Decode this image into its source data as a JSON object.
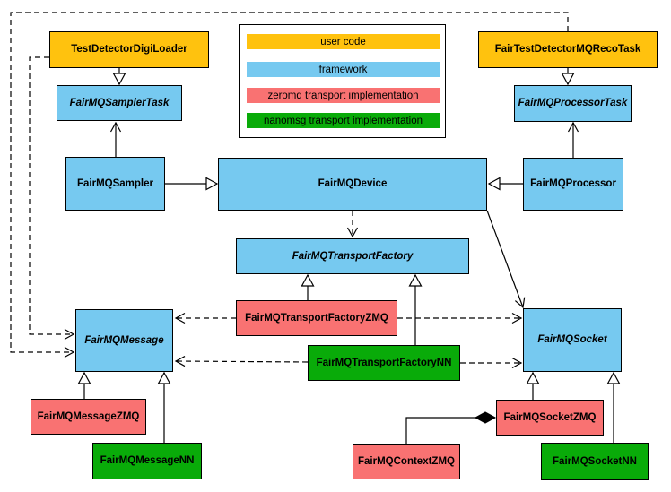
{
  "colors": {
    "user_code": "#FFC20E",
    "framework": "#76C9F0",
    "zeromq": "#F97272",
    "nanomsg": "#09AB09",
    "line": "#000000",
    "background": "#FFFFFF"
  },
  "legend": {
    "items": [
      {
        "label": "user code",
        "color": "#FFC20E"
      },
      {
        "label": "framework",
        "color": "#76C9F0"
      },
      {
        "label": "zeromq transport implementation",
        "color": "#F97272"
      },
      {
        "label": "nanomsg transport implementation",
        "color": "#09AB09"
      }
    ]
  },
  "nodes": {
    "test_detector_digi_loader": {
      "label": "TestDetectorDigiLoader",
      "category": "user_code",
      "abstract": false
    },
    "fair_test_detector_mq_reco_task": {
      "label": "FairTestDetectorMQRecoTask",
      "category": "user_code",
      "abstract": false
    },
    "fairmq_sampler_task": {
      "label": "FairMQSamplerTask",
      "category": "framework",
      "abstract": true
    },
    "fairmq_processor_task": {
      "label": "FairMQProcessorTask",
      "category": "framework",
      "abstract": true
    },
    "fairmq_sampler": {
      "label": "FairMQSampler",
      "category": "framework",
      "abstract": false
    },
    "fairmq_device": {
      "label": "FairMQDevice",
      "category": "framework",
      "abstract": false
    },
    "fairmq_processor": {
      "label": "FairMQProcessor",
      "category": "framework",
      "abstract": false
    },
    "fairmq_transport_factory": {
      "label": "FairMQTransportFactory",
      "category": "framework",
      "abstract": true
    },
    "fairmq_transport_factory_zmq": {
      "label": "FairMQTransportFactoryZMQ",
      "category": "zeromq",
      "abstract": false
    },
    "fairmq_transport_factory_nn": {
      "label": "FairMQTransportFactoryNN",
      "category": "nanomsg",
      "abstract": false
    },
    "fairmq_message": {
      "label": "FairMQMessage",
      "category": "framework",
      "abstract": true
    },
    "fairmq_socket": {
      "label": "FairMQSocket",
      "category": "framework",
      "abstract": true
    },
    "fairmq_message_zmq": {
      "label": "FairMQMessageZMQ",
      "category": "zeromq",
      "abstract": false
    },
    "fairmq_message_nn": {
      "label": "FairMQMessageNN",
      "category": "nanomsg",
      "abstract": false
    },
    "fairmq_context_zmq": {
      "label": "FairMQContextZMQ",
      "category": "zeromq",
      "abstract": false
    },
    "fairmq_socket_zmq": {
      "label": "FairMQSocketZMQ",
      "category": "zeromq",
      "abstract": false
    },
    "fairmq_socket_nn": {
      "label": "FairMQSocketNN",
      "category": "nanomsg",
      "abstract": false
    }
  },
  "edges": [
    {
      "from": "TestDetectorDigiLoader",
      "to": "FairMQSamplerTask",
      "type": "inheritance",
      "line": "solid"
    },
    {
      "from": "FairTestDetectorMQRecoTask",
      "to": "FairMQProcessorTask",
      "type": "inheritance",
      "line": "solid"
    },
    {
      "from": "FairMQSampler",
      "to": "FairMQSamplerTask",
      "type": "association",
      "line": "solid"
    },
    {
      "from": "FairMQProcessor",
      "to": "FairMQProcessorTask",
      "type": "association",
      "line": "solid"
    },
    {
      "from": "FairMQSampler",
      "to": "FairMQDevice",
      "type": "inheritance",
      "line": "solid"
    },
    {
      "from": "FairMQProcessor",
      "to": "FairMQDevice",
      "type": "inheritance",
      "line": "solid"
    },
    {
      "from": "FairMQDevice",
      "to": "FairMQTransportFactory",
      "type": "dependency",
      "line": "dashed"
    },
    {
      "from": "FairMQDevice",
      "to": "FairMQSocket",
      "type": "association",
      "line": "solid"
    },
    {
      "from": "FairMQTransportFactoryZMQ",
      "to": "FairMQTransportFactory",
      "type": "inheritance",
      "line": "solid"
    },
    {
      "from": "FairMQTransportFactoryNN",
      "to": "FairMQTransportFactory",
      "type": "inheritance",
      "line": "solid"
    },
    {
      "from": "FairMQTransportFactoryZMQ",
      "to": "FairMQMessage",
      "type": "dependency",
      "line": "dashed"
    },
    {
      "from": "FairMQTransportFactoryZMQ",
      "to": "FairMQSocket",
      "type": "dependency",
      "line": "dashed"
    },
    {
      "from": "FairMQTransportFactoryNN",
      "to": "FairMQMessage",
      "type": "dependency",
      "line": "dashed"
    },
    {
      "from": "FairMQTransportFactoryNN",
      "to": "FairMQSocket",
      "type": "dependency",
      "line": "dashed"
    },
    {
      "from": "TestDetectorDigiLoader",
      "to": "FairMQMessage",
      "type": "dependency",
      "line": "dashed"
    },
    {
      "from": "FairTestDetectorMQRecoTask",
      "to": "FairMQMessage",
      "type": "dependency",
      "line": "dashed"
    },
    {
      "from": "FairMQMessageZMQ",
      "to": "FairMQMessage",
      "type": "inheritance",
      "line": "solid"
    },
    {
      "from": "FairMQMessageNN",
      "to": "FairMQMessage",
      "type": "inheritance",
      "line": "solid"
    },
    {
      "from": "FairMQSocketZMQ",
      "to": "FairMQSocket",
      "type": "inheritance",
      "line": "solid"
    },
    {
      "from": "FairMQSocketNN",
      "to": "FairMQSocket",
      "type": "inheritance",
      "line": "solid"
    },
    {
      "from": "FairMQContextZMQ",
      "to": "FairMQSocketZMQ",
      "type": "composition",
      "line": "solid"
    }
  ]
}
